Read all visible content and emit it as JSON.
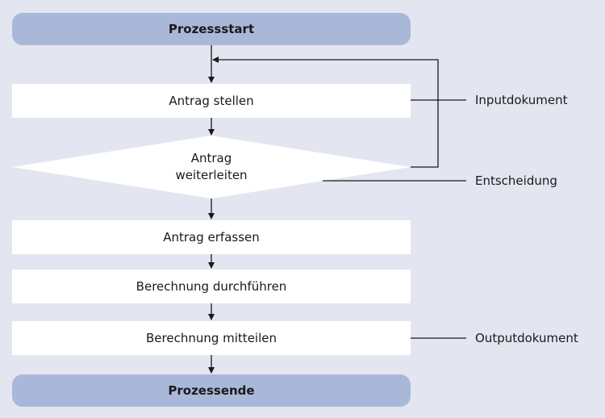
{
  "flow": {
    "start": "Prozessstart",
    "steps": {
      "antrag_stellen": "Antrag stellen",
      "antrag_erfassen": "Antrag erfassen",
      "berechnung_durchfuehren": "Berechnung durchführen",
      "berechnung_mitteilen": "Berechnung mitteilen"
    },
    "decision": {
      "line1": "Antrag",
      "line2": "weiterleiten"
    },
    "end": "Prozessende"
  },
  "annotations": {
    "input": "Inputdokument",
    "decision": "Entscheidung",
    "output": "Outputdokument"
  },
  "colors": {
    "background": "#e3e6f0",
    "terminal": "#a9b8d9",
    "step": "#ffffff",
    "line": "#1a1a1a"
  }
}
